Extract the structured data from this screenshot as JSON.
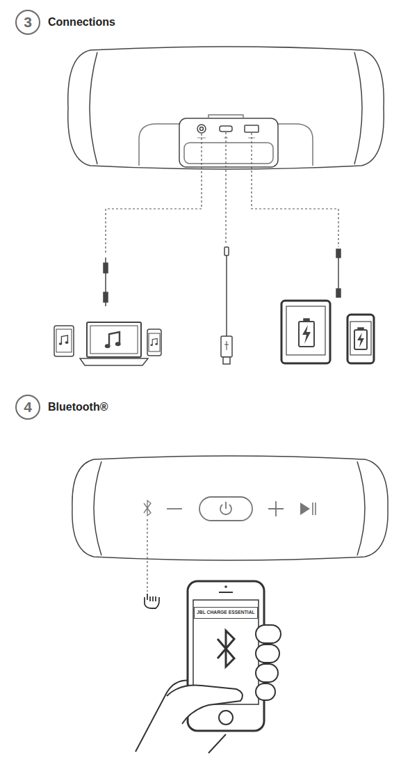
{
  "diagram": {
    "nodes": [
      {
        "text": [
          "3",
          "Connections"
        ]
      },
      {
        "text": [
          "4",
          "Bluetooth®"
        ]
      },
      {
        "text": [
          "JBL CHARGE ESSENTIAL"
        ]
      }
    ]
  }
}
